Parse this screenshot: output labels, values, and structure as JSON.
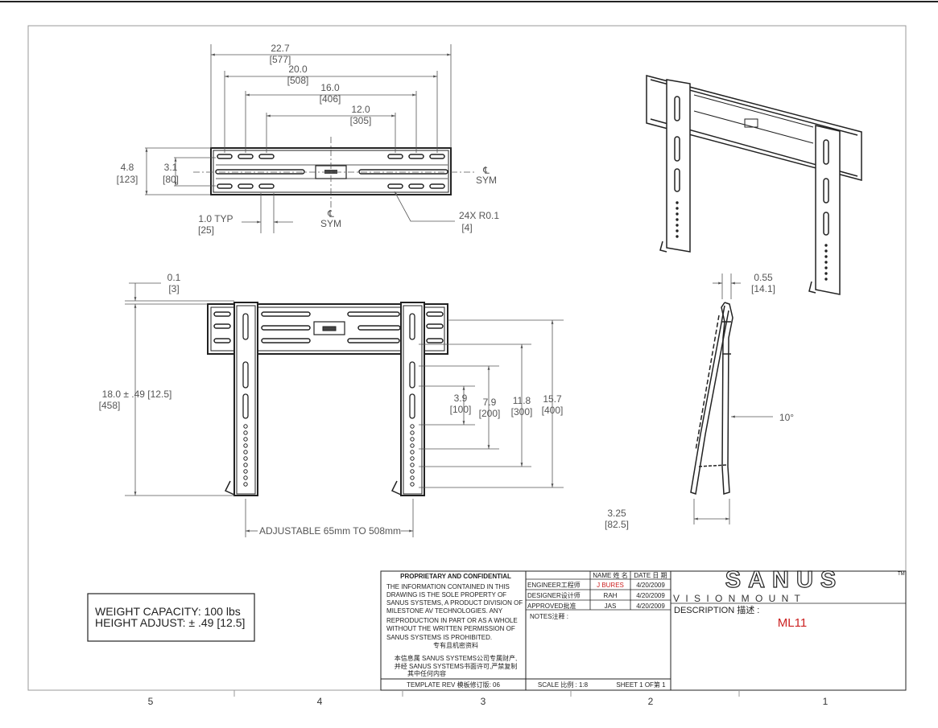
{
  "dims_top": {
    "d227": "22.7",
    "d227mm": "[577]",
    "d200": "20.0",
    "d200mm": "[508]",
    "d160": "16.0",
    "d160mm": "[406]",
    "d120": "12.0",
    "d120mm": "[305]",
    "d48": "4.8",
    "d48mm": "[123]",
    "d31": "3.1",
    "d31mm": "[80]",
    "d10typ": "1.0  TYP",
    "d10mm": "[25]",
    "sym": "SYM",
    "cl": "℄",
    "r01": "24X R0.1",
    "r01mm": "[4]"
  },
  "dims_front": {
    "d01": "0.1",
    "d01mm": "[3]",
    "d180": "18.0 ± .49 [12.5]",
    "d180mm": "[458]",
    "d39": "3.9",
    "d39mm": "[100]",
    "d79": "7.9",
    "d79mm": "[200]",
    "d118": "11.8",
    "d118mm": "[300]",
    "d157": "15.7",
    "d157mm": "[400]",
    "adjustable": "ADJUSTABLE 65mm TO 508mm"
  },
  "dims_side": {
    "d055": "0.55",
    "d055mm": "[14.1]",
    "angle": "10°",
    "d325": "3.25",
    "d325mm": "[82.5]"
  },
  "specs": {
    "weight": "WEIGHT CAPACITY:  100 lbs",
    "height": "HEIGHT ADJUST:  ± .49 [12.5]"
  },
  "title_block": {
    "prop_title": "PROPRIETARY AND CONFIDENTIAL",
    "prop_lines": [
      "THE INFORMATION CONTAINED IN THIS",
      "DRAWING IS THE SOLE PROPERTY OF",
      "SANUS SYSTEMS, A PRODUCT DIVISION OF",
      "MILESTONE AV TECHNOLOGIES.  ANY",
      "REPRODUCTION IN PART OR AS A WHOLE",
      "WITHOUT THE WRITTEN PERMISSION OF",
      "SANUS SYSTEMS IS PROHIBITED."
    ],
    "prop_cn1": "专有且机密资料",
    "prop_cn2": "本信息属 SANUS SYSTEMS公司专属财产,",
    "prop_cn3": "并经 SANUS SYSTEMS书面许可,严禁复制",
    "prop_cn4": "其中任何内容",
    "name_h": "NAME 姓 名",
    "date_h": "DATE 日 期",
    "rows": [
      {
        "role": "ENGINEER工程师",
        "name": "J BURES",
        "date": "4/20/2009"
      },
      {
        "role": "DESIGNER设计师",
        "name": "RAH",
        "date": "4/20/2009"
      },
      {
        "role": "APPROVED批准",
        "name": "JAS",
        "date": "4/20/2009"
      }
    ],
    "notes": "NOTES注释 :",
    "template_rev": "TEMPLATE REV 模板修订版:  06",
    "scale": "SCALE 比例 : 1:8",
    "sheet": "SHEET  1 OF第  1",
    "brand": "SANUS",
    "brand_tm": "TM",
    "sub_brand": "V I S I O N M O U N T",
    "description_label": "DESCRIPTION 描述 :",
    "model": "ML11"
  },
  "zones": [
    "5",
    "4",
    "3",
    "2",
    "1"
  ],
  "colors": {
    "line": "#222222",
    "dim": "#555555",
    "model": "#cc2222",
    "name_red": "#cc2222"
  }
}
